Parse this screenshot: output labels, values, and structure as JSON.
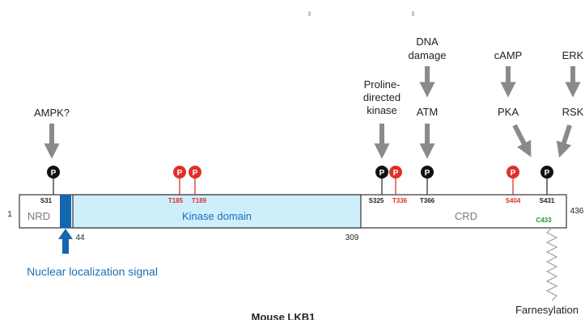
{
  "caption": "Mouse LKB1",
  "protein": {
    "start_residue": "1",
    "end_residue": "436",
    "nls_boundary": "44",
    "kinase_end": "309"
  },
  "domains": {
    "nrd": "NRD",
    "kinase": "Kinase domain",
    "crd": "CRD"
  },
  "nls_label": "Nuclear localization signal",
  "farnesylation_site": "C433",
  "farnesylation_label": "Farnesylation",
  "phospho_symbol": "P",
  "sites": [
    {
      "label": "S31",
      "phospho_color": "black"
    },
    {
      "label": "T185",
      "phospho_color": "red"
    },
    {
      "label": "T189",
      "phospho_color": "red"
    },
    {
      "label": "S325",
      "phospho_color": "black"
    },
    {
      "label": "T336",
      "phospho_color": "red"
    },
    {
      "label": "T366",
      "phospho_color": "black"
    },
    {
      "label": "S404",
      "phospho_color": "red"
    },
    {
      "label": "S431",
      "phospho_color": "black"
    }
  ],
  "kinases": {
    "ampk": "AMPK?",
    "proline_directed": [
      "Proline-",
      "directed",
      "kinase"
    ],
    "dna_damage": [
      "DNA",
      "damage"
    ],
    "atm": "ATM",
    "camp": "cAMP",
    "pka": "PKA",
    "erk": "ERK",
    "rsk": "RSK"
  },
  "colors": {
    "kinase_fill": "#cdeefa",
    "nls_blue": "#1466b0",
    "label_blue": "#1a6fb5",
    "site_red": "#e0302a",
    "site_green": "#1a9a3a",
    "arrow_grey": "#8a8a8a"
  }
}
